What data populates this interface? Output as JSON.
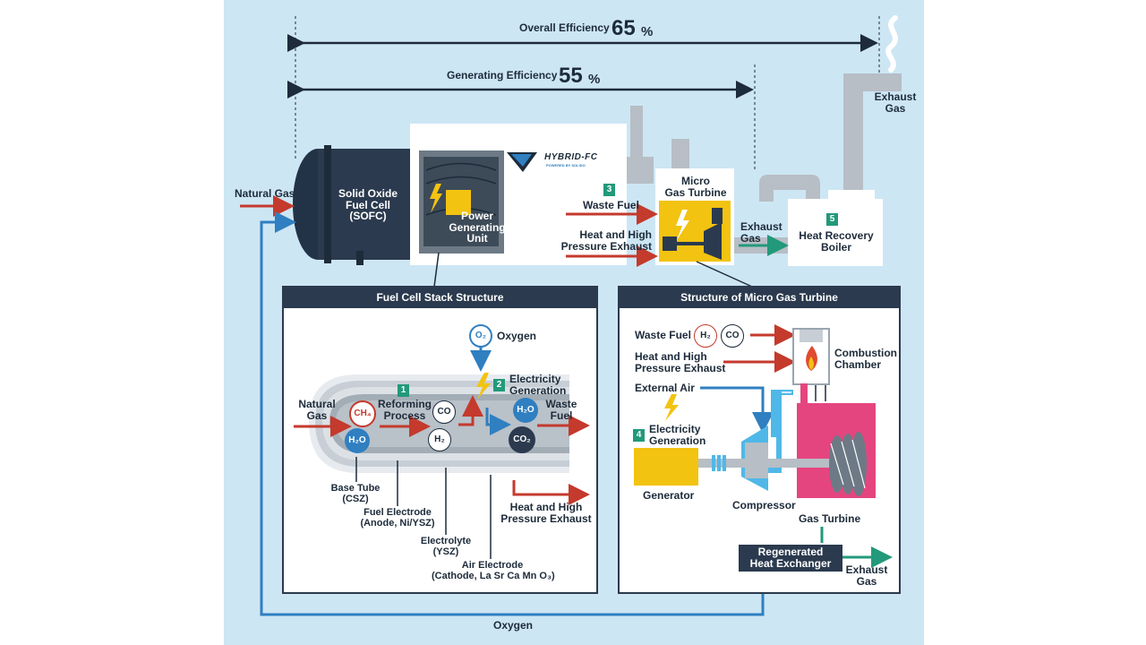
{
  "efficiency": {
    "overall_label": "Overall Efficiency",
    "overall_value": "65",
    "generating_label": "Generating Efficiency",
    "generating_value": "55",
    "unit": "%"
  },
  "plant": {
    "natural_gas": "Natural Gas",
    "sofc_line1": "Solid Oxide",
    "sofc_line2": "Fuel Cell",
    "sofc_line3": "(SOFC)",
    "power_line1": "Power",
    "power_line2": "Generating",
    "power_line3": "Unit",
    "logo_text": "HYBRID-FC",
    "logo_sub": "POWERED BY SOLIDO",
    "step3": "3",
    "waste_fuel": "Waste Fuel",
    "heat_line1": "Heat and High",
    "heat_line2": "Pressure Exhaust",
    "mgt_line1": "Micro",
    "mgt_line2": "Gas Turbine",
    "exhaust_gas_line1": "Exhaust",
    "exhaust_gas_line2": "Gas",
    "step5": "5",
    "boiler_line1": "Heat Recovery",
    "boiler_line2": "Boiler",
    "stack_exhaust_line1": "Exhaust",
    "stack_exhaust_line2": "Gas",
    "oxygen_return": "Oxygen"
  },
  "fuel_cell_stack": {
    "title": "Fuel Cell Stack Structure",
    "o2": "O₂",
    "oxygen": "Oxygen",
    "step2": "2",
    "electricity_line1": "Electricity",
    "electricity_line2": "Generation",
    "step1": "1",
    "reforming_line1": "Reforming",
    "reforming_line2": "Process",
    "natural_gas_line1": "Natural",
    "natural_gas_line2": "Gas",
    "ch4": "CH₄",
    "h2o_left": "H₂O",
    "co": "CO",
    "h2": "H₂",
    "h2o_right": "H₂O",
    "co2": "CO₂",
    "waste_fuel_line1": "Waste",
    "waste_fuel_line2": "Fuel",
    "heat_line1": "Heat and High",
    "heat_line2": "Pressure Exhaust",
    "base_tube_line1": "Base Tube",
    "base_tube_line2": "(CSZ)",
    "fuel_electrode_line1": "Fuel Electrode",
    "fuel_electrode_line2": "(Anode, Ni/YSZ)",
    "electrolyte_line1": "Electrolyte",
    "electrolyte_line2": "(YSZ)",
    "air_electrode_line1": "Air Electrode",
    "air_electrode_line2": "(Cathode, La Sr Ca Mn O₃)"
  },
  "micro_gas_turbine": {
    "title": "Structure of Micro Gas Turbine",
    "waste_fuel": "Waste Fuel",
    "h2": "H₂",
    "co": "CO",
    "heat_line1": "Heat and High",
    "heat_line2": "Pressure Exhaust",
    "combustion_line1": "Combustion",
    "combustion_line2": "Chamber",
    "external_air": "External Air",
    "step4": "4",
    "electricity_line1": "Electricity",
    "electricity_line2": "Generation",
    "generator": "Generator",
    "compressor": "Compressor",
    "gas_turbine": "Gas Turbine",
    "regen_line1": "Regenerated",
    "regen_line2": "Heat Exchanger",
    "exhaust_line1": "Exhaust",
    "exhaust_line2": "Gas"
  },
  "colors": {
    "background": "#cde6f4",
    "navy": "#2b3a4e",
    "red_arrow": "#c43a2c",
    "blue_arrow": "#2f7fc1",
    "green_arrow": "#22997a",
    "yellow": "#f2c311",
    "pink": "#e5457f"
  }
}
